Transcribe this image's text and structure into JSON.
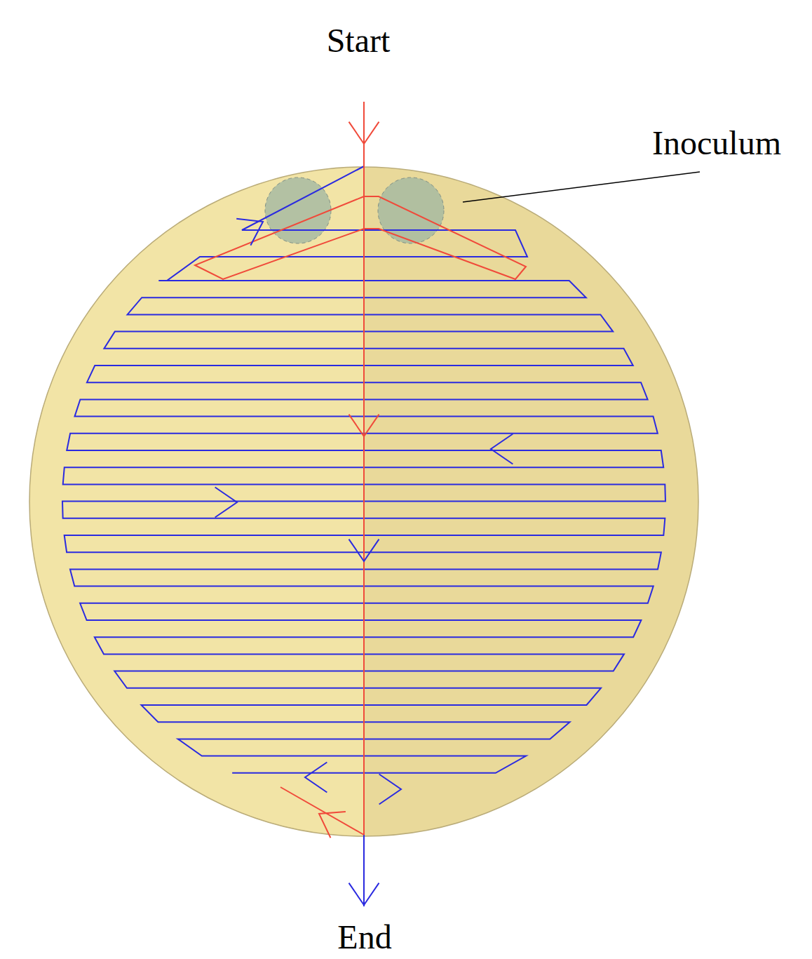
{
  "diagram": {
    "labels": [
      "Start",
      "Inoculum",
      "End"
    ]
  }
}
